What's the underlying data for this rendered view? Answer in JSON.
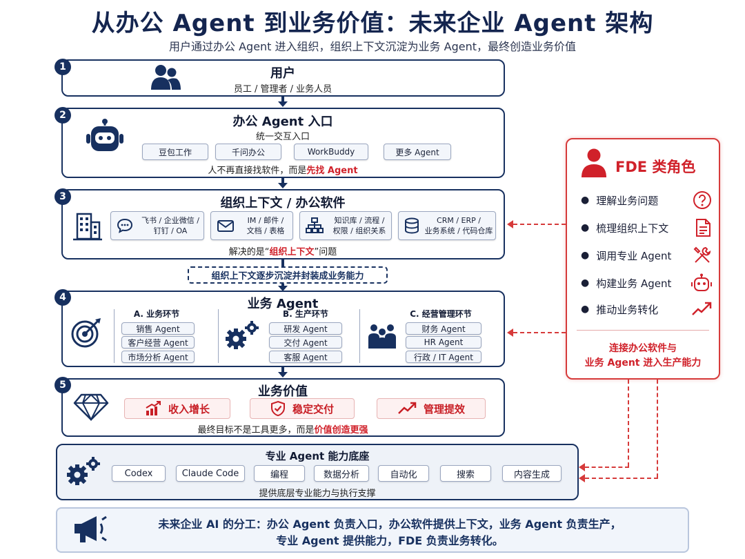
{
  "title": "从办公 Agent 到业务价值：未来企业 Agent 架构",
  "subtitle": "用户通过办公 Agent 进入组织，组织上下文沉淀为业务 Agent，最终创造业务价值",
  "step1": {
    "num": "1",
    "title": "用户",
    "desc": "员工 / 管理者 / 业务人员"
  },
  "step2": {
    "num": "2",
    "title": "办公 Agent 入口",
    "desc": "统一交互入口",
    "chips": [
      "豆包工作",
      "千问办公",
      "WorkBuddy",
      "更多 Agent"
    ],
    "note_prefix": "人不再直接找软件，而是",
    "note_highlight": "先找 Agent"
  },
  "step3": {
    "num": "3",
    "title": "组织上下文 / 办公软件",
    "chips": [
      {
        "line1": "飞书 / 企业微信 /",
        "line2": "钉钉 / OA"
      },
      {
        "line1": "IM / 邮件 /",
        "line2": "文档 / 表格"
      },
      {
        "line1": "知识库 / 流程 /",
        "line2": "权限 / 组织关系"
      },
      {
        "line1": "CRM / ERP /",
        "line2": "业务系统 / 代码仓库"
      }
    ],
    "note_prefix": "解决的是“",
    "note_highlight": "组织上下文",
    "note_suffix": "”问题"
  },
  "bridge": "组织上下文逐步沉淀并封装成业务能力",
  "step4": {
    "num": "4",
    "title": "业务 Agent",
    "groups": [
      {
        "title": "A. 业务环节",
        "items": [
          "销售 Agent",
          "客户经营 Agent",
          "市场分析 Agent"
        ]
      },
      {
        "title": "B. 生产环节",
        "items": [
          "研发 Agent",
          "交付 Agent",
          "客服 Agent"
        ]
      },
      {
        "title": "C. 经营管理环节",
        "items": [
          "财务 Agent",
          "HR Agent",
          "行政 / IT Agent"
        ]
      }
    ]
  },
  "step5": {
    "num": "5",
    "title": "业务价值",
    "chips": [
      "收入增长",
      "稳定交付",
      "管理提效"
    ],
    "note_prefix": "最终目标不是工具更多，而是",
    "note_highlight": "价值创造更强"
  },
  "base": {
    "title": "专业 Agent 能力底座",
    "chips": [
      "Codex",
      "Claude Code",
      "编程",
      "数据分析",
      "自动化",
      "搜索",
      "内容生成"
    ],
    "desc": "提供底层专业能力与执行支撑"
  },
  "fde": {
    "title": "FDE 类角色",
    "items": [
      {
        "label": "理解业务问题",
        "icon": "question-icon"
      },
      {
        "label": "梳理组织上下文",
        "icon": "document-icon"
      },
      {
        "label": "调用专业 Agent",
        "icon": "tools-icon"
      },
      {
        "label": "构建业务 Agent",
        "icon": "robot-icon"
      },
      {
        "label": "推动业务转化",
        "icon": "trend-icon"
      }
    ],
    "footer_line1": "连接办公软件与",
    "footer_line2": "业务 Agent 进入生产能力"
  },
  "footer": {
    "line1": "未来企业 AI 的分工：办公 Agent 负责入口，办公软件提供上下文，业务 Agent 负责生产，",
    "line2": "专业 Agent 提供能力，FDE 负责业务转化。"
  },
  "colors": {
    "navy": "#17305f",
    "red": "#d0212a",
    "base_bg": "#eef2f8"
  }
}
